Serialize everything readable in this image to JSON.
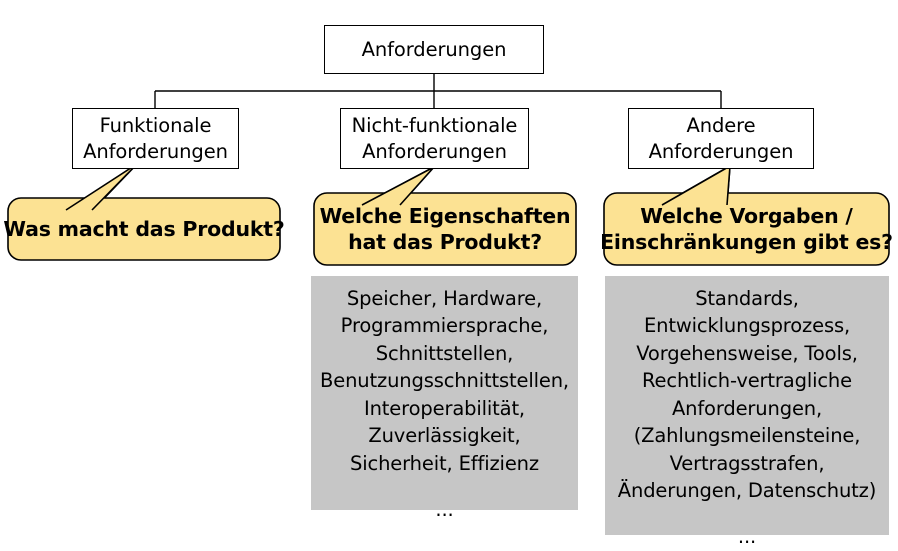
{
  "diagram": {
    "title_node": {
      "id": "anforderungen-root",
      "lines": [
        "Anforderungen"
      ]
    },
    "category_nodes": [
      {
        "id": "funktionale-anforderungen",
        "lines": [
          "Funktionale",
          "Anforderungen"
        ]
      },
      {
        "id": "nicht-funktionale-anforderungen",
        "lines": [
          "Nicht-funktionale",
          "Anforderungen"
        ]
      },
      {
        "id": "andere-anforderungen",
        "lines": [
          "Andere",
          "Anforderungen"
        ]
      }
    ],
    "callouts": [
      {
        "id": "callout-funktionale",
        "lines": [
          "Was macht das Produkt?"
        ]
      },
      {
        "id": "callout-nicht-funktionale",
        "lines": [
          "Welche Eigenschaften",
          "hat das Produkt?"
        ]
      },
      {
        "id": "callout-andere",
        "lines": [
          "Welche Vorgaben /",
          "Einschränkungen gibt es?"
        ]
      }
    ],
    "detail_boxes": [
      {
        "id": "details-nicht-funktionale",
        "lines": [
          "Speicher, Hardware,",
          "Programmiersprache,",
          "Schnittstellen,",
          "Benutzungsschnittstellen,",
          "Interoperabilität,",
          "Zuverlässigkeit,",
          "Sicherheit, Effizienz"
        ],
        "ellipsis": "..."
      },
      {
        "id": "details-andere",
        "lines": [
          "Standards,",
          "Entwicklungsprozess,",
          "Vorgehensweise, Tools,",
          "Rechtlich-vertragliche",
          "Anforderungen,",
          "(Zahlungsmeilensteine,",
          "Vertragsstrafen,",
          "Änderungen, Datenschutz)"
        ],
        "ellipsis": "..."
      }
    ],
    "colors": {
      "callout_fill": "#FCE293",
      "callout_stroke": "#000000",
      "detail_fill": "#C6C6C6",
      "node_fill": "#FFFFFF",
      "node_stroke": "#000000",
      "connector_stroke": "#000000",
      "page_background": "#FFFFFF"
    }
  }
}
